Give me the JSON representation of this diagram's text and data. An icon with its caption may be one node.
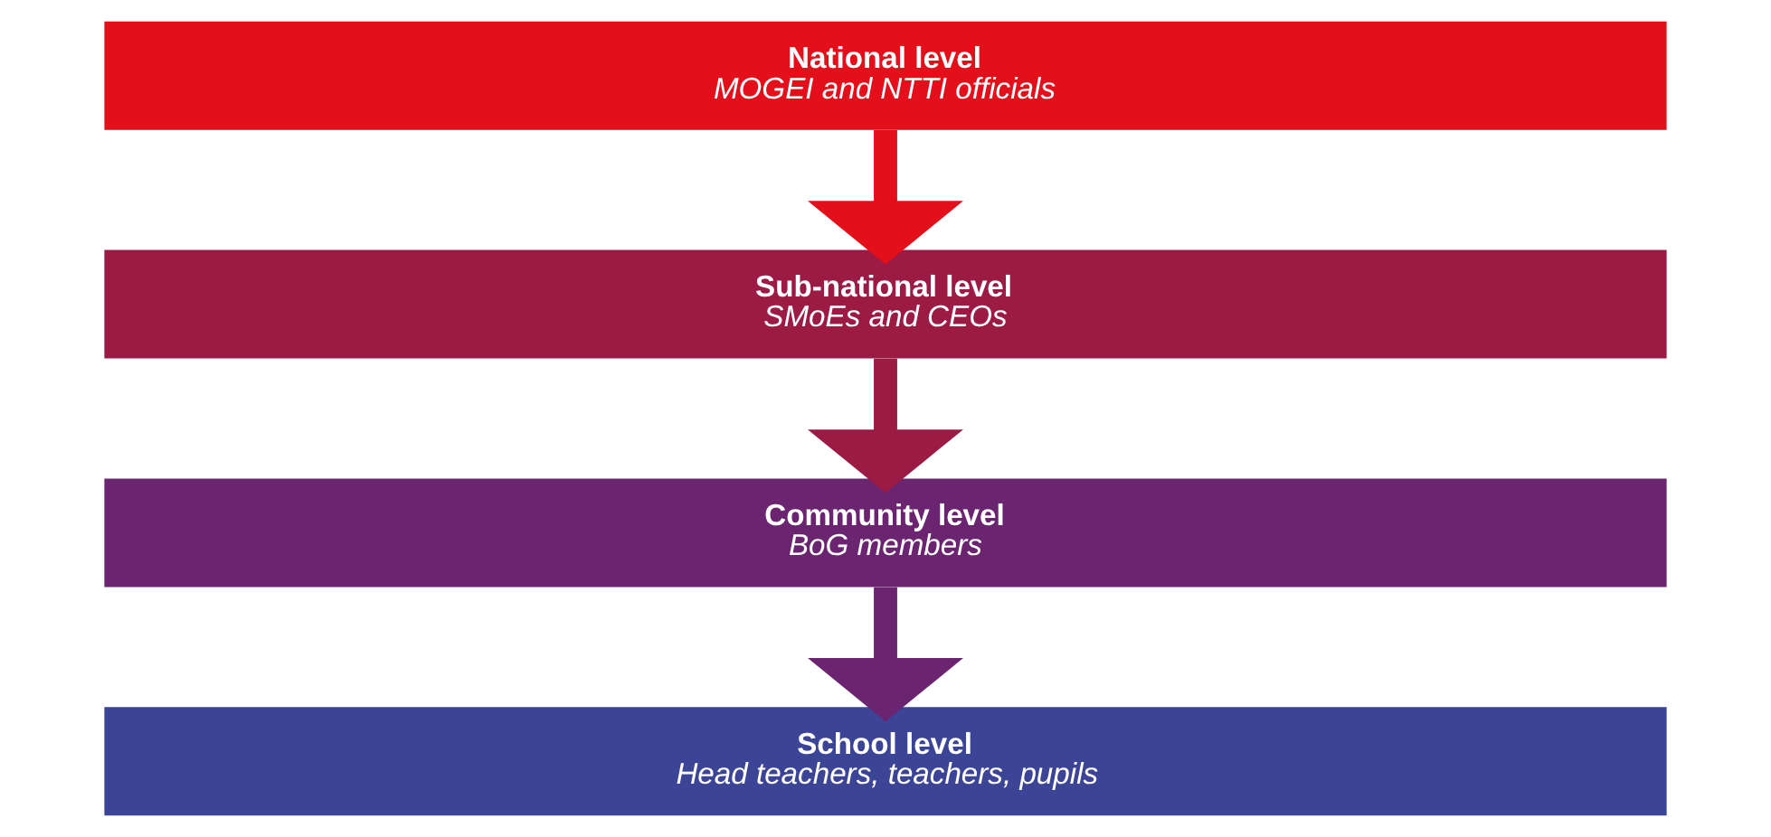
{
  "diagram": {
    "nodes": [
      {
        "text": [
          "National level",
          "MOGEI and NTTI officials"
        ]
      },
      {
        "text": [
          "Sub-national level",
          "SMoEs and CEOs"
        ]
      },
      {
        "text": [
          "Community level",
          "BoG members"
        ]
      },
      {
        "text": [
          "School level",
          "Head teachers, teachers, pupils"
        ]
      }
    ],
    "edges": [
      {
        "from": 0,
        "to": 1,
        "arrow": "to",
        "color": "#e30f1a"
      },
      {
        "from": 1,
        "to": 2,
        "arrow": "to",
        "color": "#9b1b44"
      },
      {
        "from": 2,
        "to": 3,
        "arrow": "to",
        "color": "#6b2470"
      }
    ]
  }
}
